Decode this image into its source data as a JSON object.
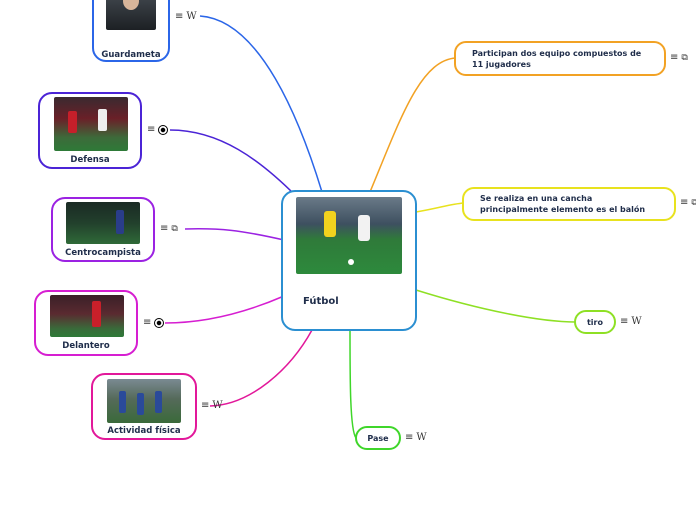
{
  "central": {
    "title": "Fútbol",
    "color": "#2b8fd1"
  },
  "left_nodes": [
    {
      "label": "Guardameta",
      "color": "#2b66e8",
      "icon": "wikipedia-icon"
    },
    {
      "label": "Defensa",
      "color": "#4b24d6",
      "icon": "soccer-ball-icon"
    },
    {
      "label": "Centrocampista",
      "color": "#9b22e2",
      "icon": "external-link-icon"
    },
    {
      "label": "Delantero",
      "color": "#d61ed1",
      "icon": "soccer-ball-icon"
    },
    {
      "label": "Actividad física",
      "color": "#e2189a",
      "icon": "wikipedia-icon"
    }
  ],
  "right_nodes": [
    {
      "text": "Participan dos equipo compuestos de 11 jugadores",
      "color": "#f2a224",
      "icon": "external-link-icon"
    },
    {
      "text": "Se realiza en una cancha principalmente elemento es el balón",
      "color": "#e8e21e",
      "icon": "external-link-icon"
    },
    {
      "text": "tiro",
      "color": "#8ee024",
      "icon": "wikipedia-icon"
    },
    {
      "text": "Pase",
      "color": "#3fd62a",
      "icon": "wikipedia-icon"
    }
  ],
  "icons": {
    "menu": "≡",
    "wikipedia": "W",
    "link": "⧉"
  }
}
